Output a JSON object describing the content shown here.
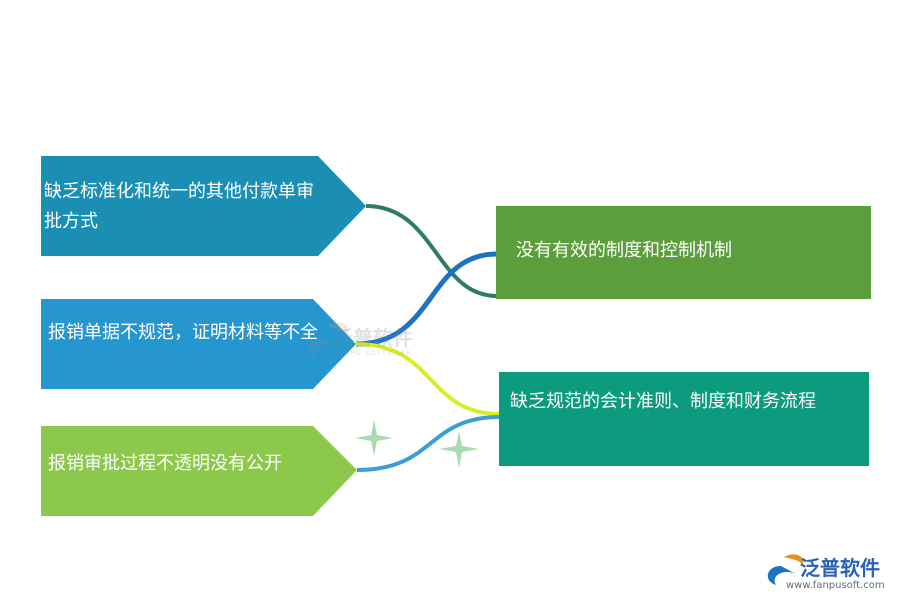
{
  "diagram": {
    "left_items": [
      {
        "id": "L1",
        "text": "缺乏标准化和统一的其他付款单审批方式",
        "color": "#1B8EB4"
      },
      {
        "id": "L2",
        "text": "报销单据不规范，证明材料等不全",
        "color": "#2596CF"
      },
      {
        "id": "L3",
        "text": "报销审批过程不透明没有公开",
        "color": "#8CC84B"
      }
    ],
    "right_items": [
      {
        "id": "R1",
        "text": "没有有效的制度和控制机制",
        "color": "#5D9E3C"
      },
      {
        "id": "R2",
        "text": "缺乏规范的会计准则、制度和财务流程",
        "color": "#0D9B80"
      }
    ],
    "connectors": [
      {
        "from": "L1",
        "to": "R1",
        "color": "#2E7D5B"
      },
      {
        "from": "L2",
        "to": "R1",
        "color": "#1E73C0"
      },
      {
        "from": "L2",
        "to": "R2",
        "color": "#D7EE24"
      },
      {
        "from": "L3",
        "to": "R2",
        "color": "#3B9FD6"
      }
    ],
    "sparkle_color": "#A8DBB0"
  },
  "watermark_center": {
    "main": "泛普软件",
    "sub": "FANPU SOFTWARE"
  },
  "logo": {
    "name": "泛普软件",
    "url": "www.fanpusoft.com"
  }
}
